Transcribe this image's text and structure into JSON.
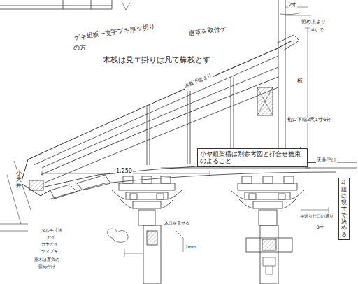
{
  "diagram": {
    "nodes": [
      {
        "text": [
          "小ヤ組架構は別参考図と打合せ檐束のよること"
        ]
      },
      {
        "text": [
          "斗組は現寸で決める"
        ]
      }
    ],
    "labels": [
      "ゲギ組板一文字ブキ厚ッ切り",
      "唐草を取付ケ",
      "の方",
      "木栈は見エ掛りは凡て椽栈とす",
      "木負下端より",
      "1,250",
      "天井下げ",
      "小天井",
      "留め上より",
      "4寸で",
      "2寸",
      "桁口下端2尺1寸6分",
      "タルキ寸法",
      "セイ",
      "カヤオイ",
      "ヤマブキ",
      "垂木は茅負の",
      "留め付け",
      "木口を見せる",
      "2mm",
      "持送り仕口の通り",
      "3寸",
      "桁"
    ]
  }
}
